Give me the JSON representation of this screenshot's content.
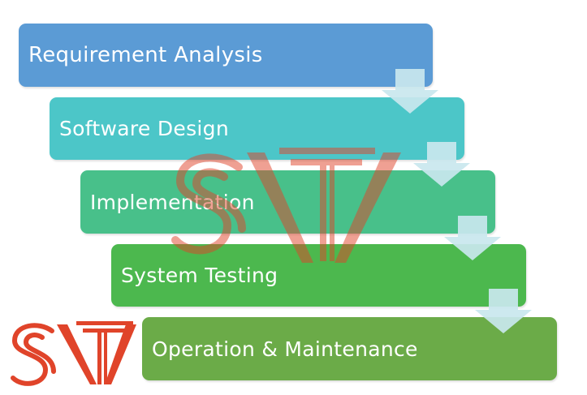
{
  "stages": [
    {
      "label": "Requirement Analysis",
      "color": "#5b9bd5"
    },
    {
      "label": "Software Design",
      "color": "#4cc6c8"
    },
    {
      "label": "Implementation",
      "color": "#48c08a"
    },
    {
      "label": "System Testing",
      "color": "#4cb84e"
    },
    {
      "label": "Operation & Maintenance",
      "color": "#6bab48"
    }
  ],
  "arrow_color": "#c9e7ee",
  "watermark": {
    "text": "SVT",
    "color": "#e0442a"
  }
}
